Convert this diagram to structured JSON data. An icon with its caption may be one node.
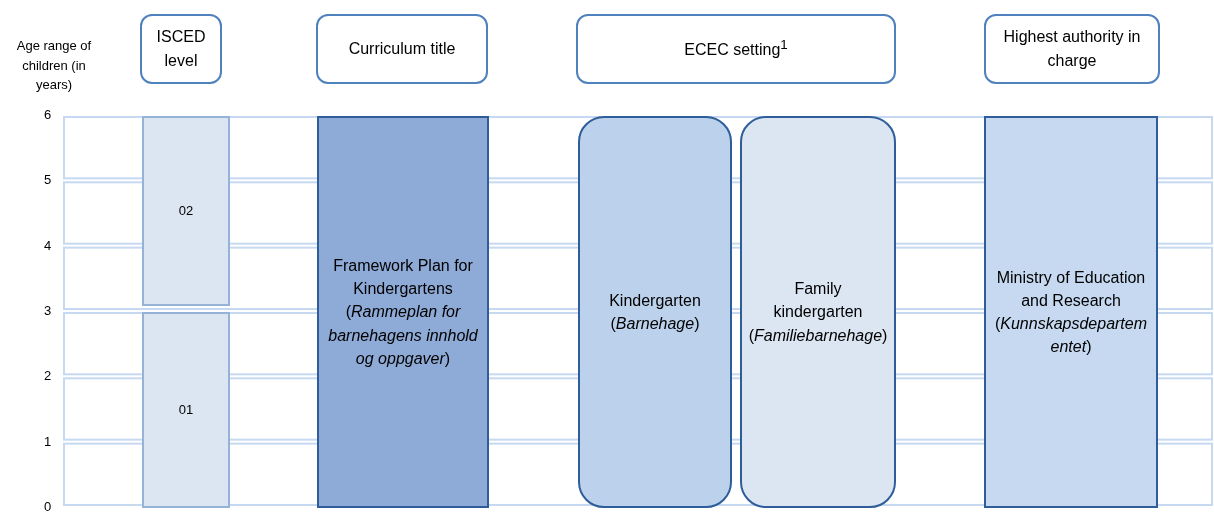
{
  "diagram": {
    "nodes": [
      {
        "text": [
          "ISCED level"
        ]
      },
      {
        "text": [
          "Curriculum title"
        ]
      },
      {
        "text": [
          "ECEC setting$^{1}$"
        ]
      },
      {
        "text": [
          "Highest authority in charge"
        ]
      },
      {
        "text": [
          "02"
        ]
      },
      {
        "text": [
          "01"
        ]
      },
      {
        "text": [
          "Framework Plan for Kindergartens (*Rammeplan for barnehagens innhold og oppgaver*)"
        ]
      },
      {
        "text": [
          "Kindergarten (*Barnehage*)"
        ]
      },
      {
        "text": [
          "Family kindergarten (*Familiebarnehage*)"
        ]
      },
      {
        "text": [
          "Ministry of Education and Research (*Kunnskapsdepartementet*)"
        ]
      }
    ],
    "edges": [],
    "labels": [
      "Age range of children (in years)",
      "6",
      "5",
      "4",
      "3",
      "2",
      "1",
      "0"
    ]
  }
}
